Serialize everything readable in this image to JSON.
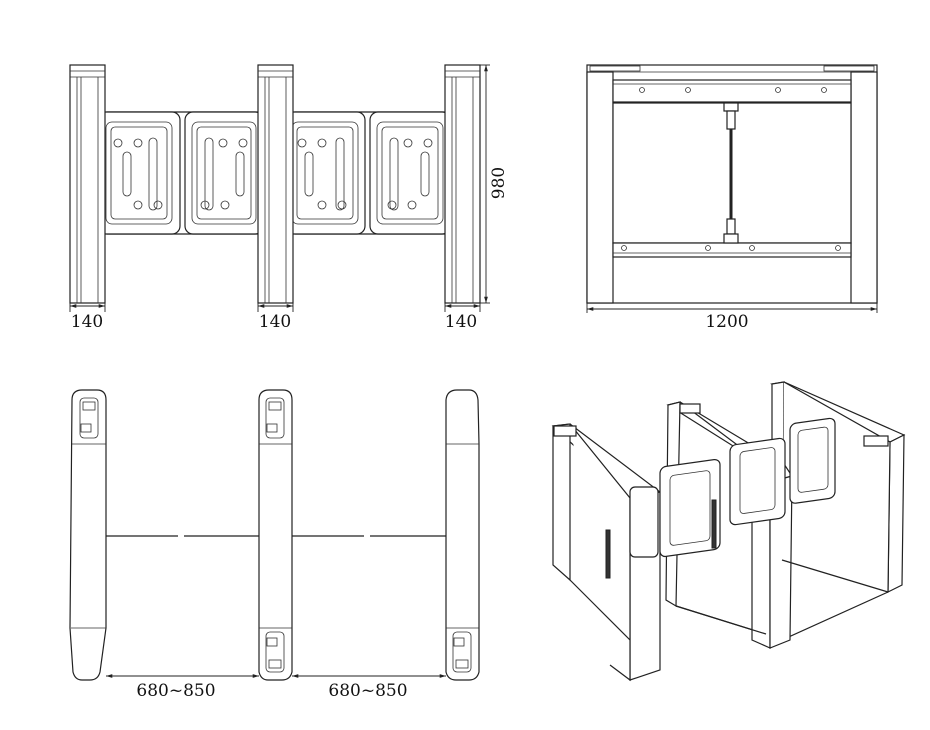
{
  "front_view": {
    "pillar_widths": [
      "140",
      "140",
      "140"
    ],
    "height": "980"
  },
  "side_view": {
    "width": "1200"
  },
  "top_view": {
    "passage_widths": [
      "680~850",
      "680~850"
    ]
  },
  "colors": {
    "line": "#222222",
    "background": "#ffffff"
  }
}
